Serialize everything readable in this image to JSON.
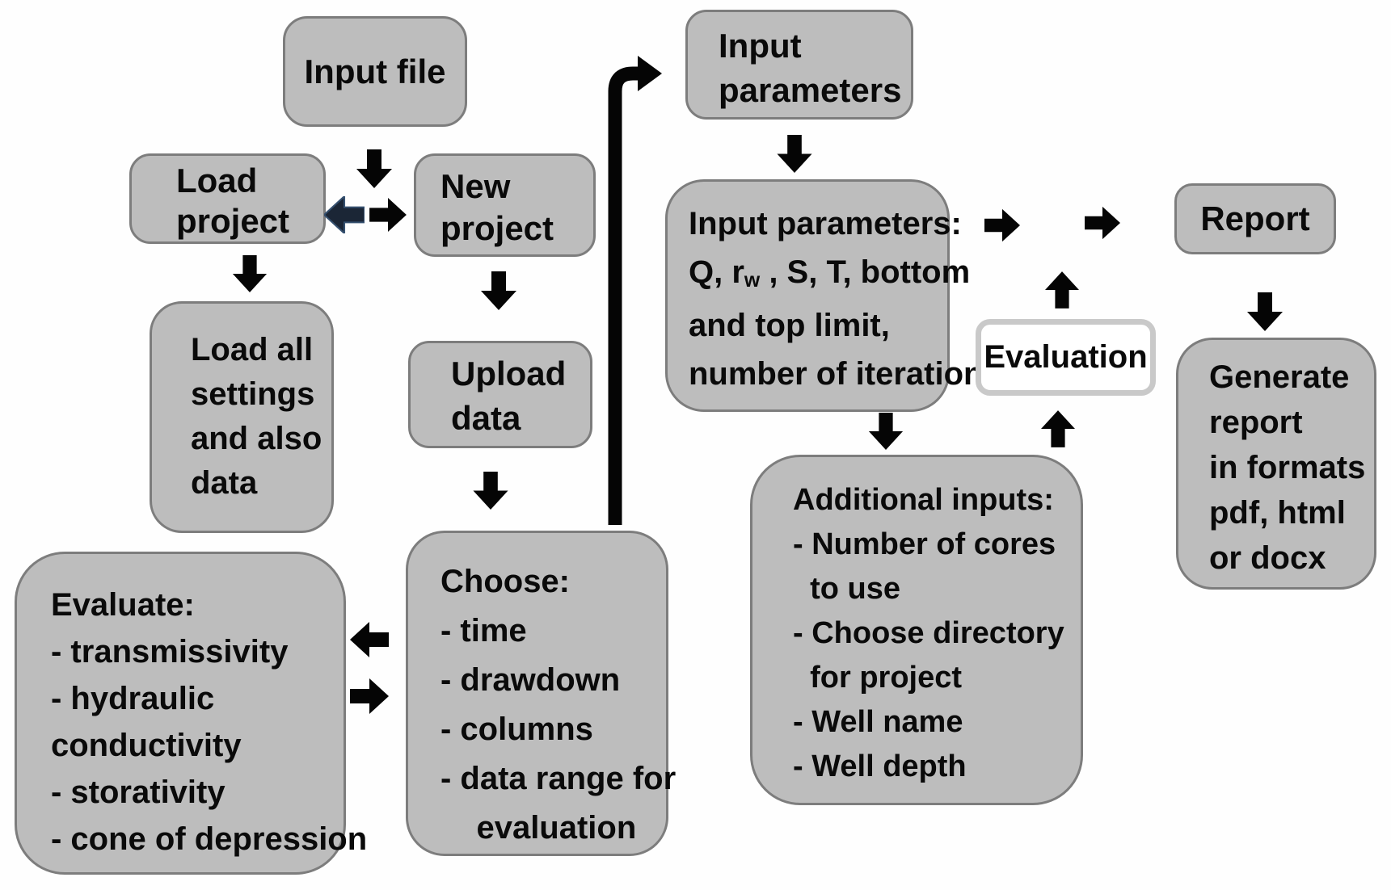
{
  "colors": {
    "box_fill": "#bdbdbd",
    "box_border": "#7d7d7d",
    "background": "#fefefe",
    "arrow_black": "#050505",
    "arrow_navy": "#1b2636",
    "evaluation_border": "#c9c9c9",
    "text": "#0a0a0a"
  },
  "icons": {
    "block_arrows": [
      "arrow-down",
      "arrow-up",
      "arrow-left",
      "arrow-right",
      "curved-arrow-up-right"
    ]
  },
  "boxes": {
    "input_file": {
      "label": "Input file"
    },
    "load_project": {
      "lines": [
        "Load",
        "project"
      ]
    },
    "new_project": {
      "lines": [
        "New",
        "project"
      ]
    },
    "load_all": {
      "lines": [
        "Load all",
        "settings",
        "and also",
        "data"
      ]
    },
    "upload_data": {
      "lines": [
        "Upload",
        "data"
      ]
    },
    "input_parameters": {
      "lines": [
        "Input",
        "parameters"
      ]
    },
    "input_parameters_detail": {
      "line1": "Input parameters:",
      "line2_pre": "Q, r",
      "line2_sub": "w",
      "line2_post": " , S, T, bottom",
      "line3": "and top limit,",
      "line4": "number of iteration"
    },
    "additional_inputs": {
      "lines": [
        "Additional inputs:",
        "- Number of cores",
        "  to use",
        "- Choose directory",
        "  for project",
        "- Well name",
        "- Well depth"
      ]
    },
    "choose": {
      "lines": [
        "Choose:",
        "- time",
        "- drawdown",
        "- columns",
        "- data range for",
        "    evaluation"
      ]
    },
    "evaluate": {
      "lines": [
        "Evaluate:",
        "- transmissivity",
        "- hydraulic",
        "conductivity",
        "- storativity",
        "- cone of depression"
      ]
    },
    "evaluation": {
      "label": "Evaluation"
    },
    "report": {
      "label": "Report"
    },
    "generate_report": {
      "lines": [
        "Generate",
        "report",
        "in formats",
        "pdf, html",
        "or docx"
      ]
    }
  }
}
